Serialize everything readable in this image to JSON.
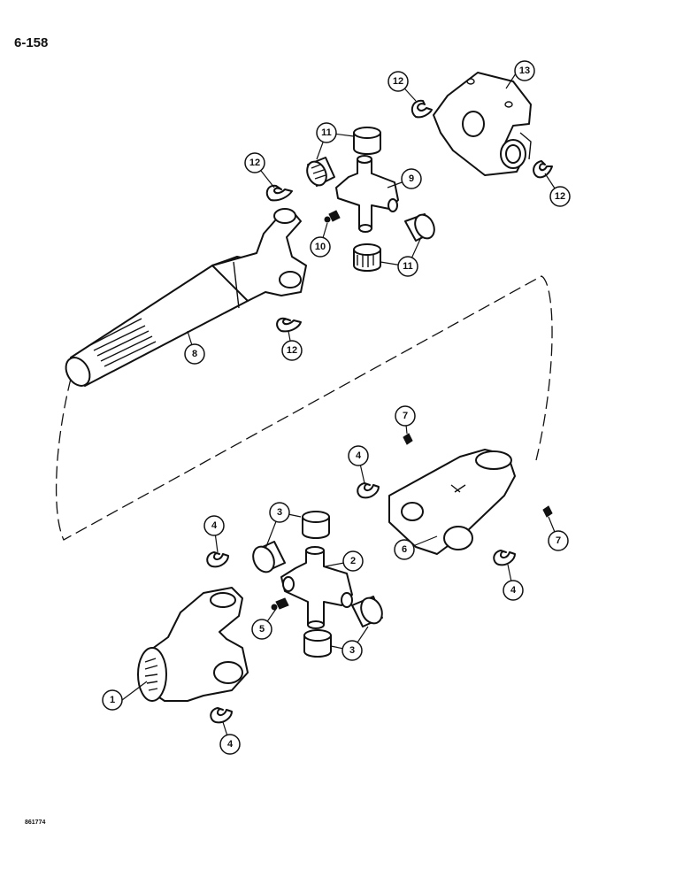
{
  "page": {
    "number": "6-158",
    "figure_code": "861774"
  },
  "callouts": {
    "c1": "1",
    "c2": "2",
    "c3a": "3",
    "c3b": "3",
    "c4a": "4",
    "c4b": "4",
    "c4c": "4",
    "c4d": "4",
    "c5": "5",
    "c6": "6",
    "c7a": "7",
    "c7b": "7",
    "c8": "8",
    "c9": "9",
    "c10": "10",
    "c11a": "11",
    "c11b": "11",
    "c12a": "12",
    "c12b": "12",
    "c12c": "12",
    "c12d": "12",
    "c13": "13"
  }
}
